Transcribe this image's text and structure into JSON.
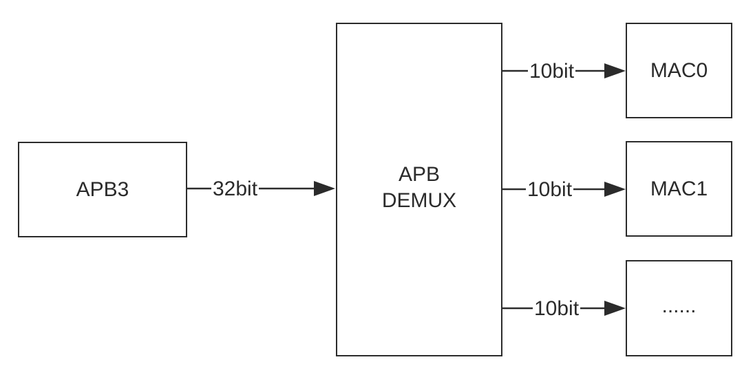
{
  "blocks": {
    "apb3": {
      "label": "APB3"
    },
    "demux": {
      "line1": "APB",
      "line2": "DEMUX"
    },
    "mac0": {
      "label": "MAC0"
    },
    "mac1": {
      "label": "MAC1"
    },
    "more": {
      "label": "......"
    }
  },
  "connections": {
    "apb3_to_demux": {
      "width_label": "32bit"
    },
    "demux_to_mac0": {
      "width_label": "10bit"
    },
    "demux_to_mac1": {
      "width_label": "10bit"
    },
    "demux_to_more": {
      "width_label": "10bit"
    }
  },
  "colors": {
    "stroke": "#2b2b2b",
    "background": "#ffffff"
  }
}
